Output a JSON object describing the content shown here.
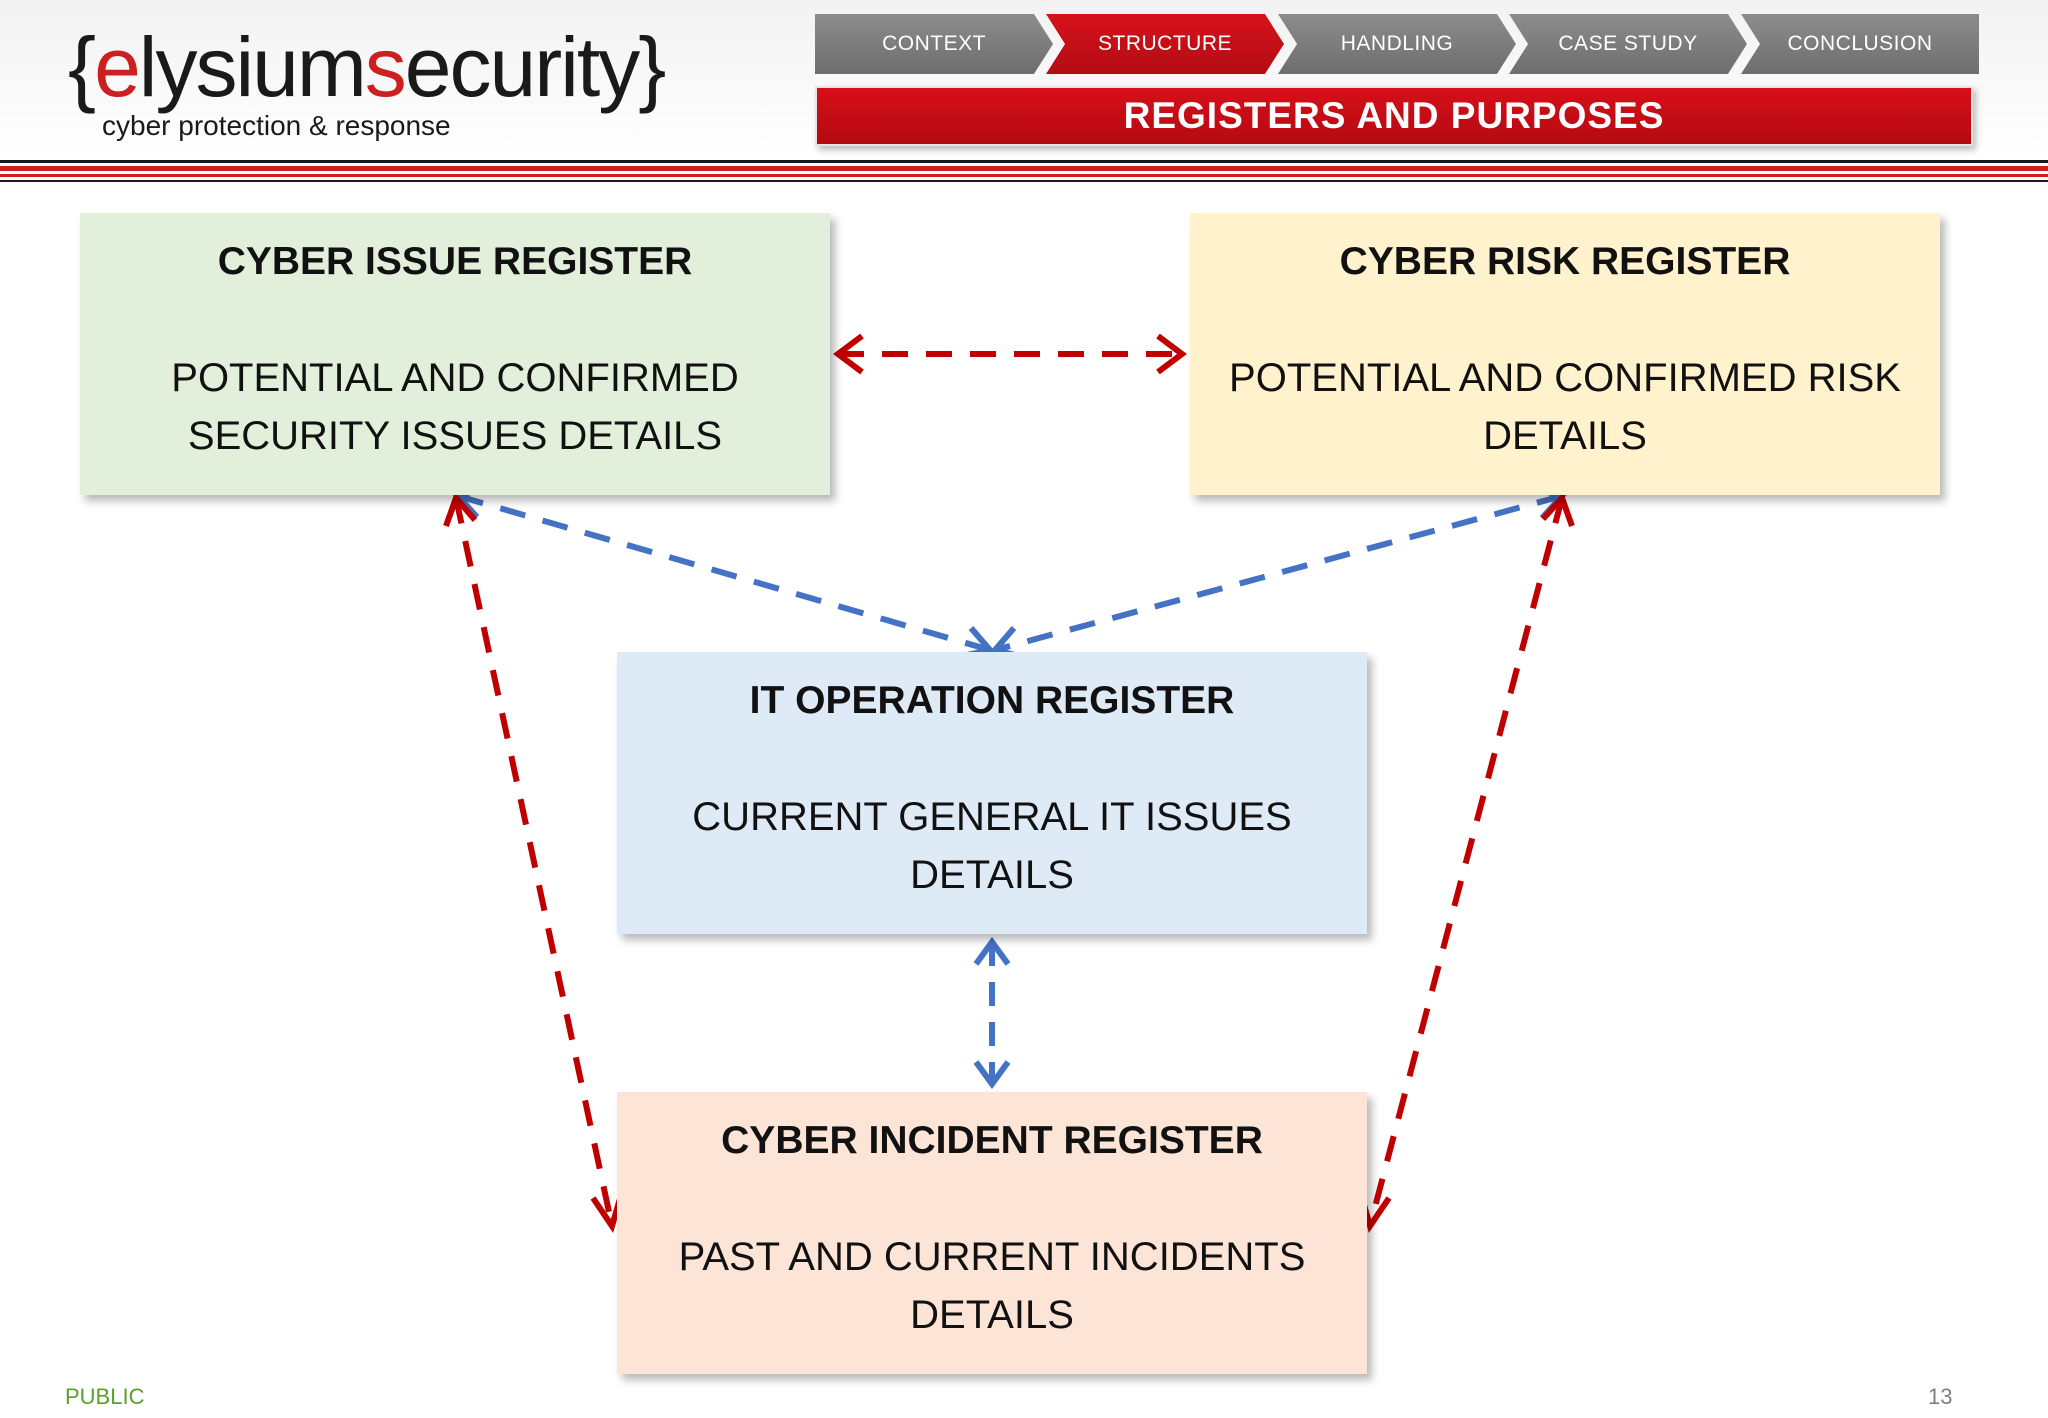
{
  "brand": {
    "name_open": "{",
    "name_e": "e",
    "name_lysium": "lysium",
    "name_s": "s",
    "name_ecurity": "ecurity",
    "name_close": "}",
    "tagline": "cyber protection & response"
  },
  "nav": {
    "steps": [
      "CONTEXT",
      "STRUCTURE",
      "HANDLING",
      "CASE STUDY",
      "CONCLUSION"
    ],
    "active_step": "STRUCTURE"
  },
  "section_title": "REGISTERS AND PURPOSES",
  "diagram": {
    "boxes": {
      "issue": {
        "title": "CYBER ISSUE REGISTER",
        "description": "POTENTIAL AND CONFIRMED SECURITY ISSUES DETAILS"
      },
      "risk": {
        "title": "CYBER RISK REGISTER",
        "description": "POTENTIAL AND CONFIRMED RISK DETAILS"
      },
      "itop": {
        "title": "IT OPERATION REGISTER",
        "description": "CURRENT GENERAL IT ISSUES DETAILS"
      },
      "incident": {
        "title": "CYBER INCIDENT REGISTER",
        "description": "PAST AND CURRENT INCIDENTS DETAILS"
      }
    },
    "links": [
      {
        "from": "issue",
        "to": "risk",
        "style": "dashed-bidirectional",
        "color": "#c00000"
      },
      {
        "from": "issue",
        "to": "itop",
        "style": "dashed-bidirectional",
        "color": "#4472c4"
      },
      {
        "from": "risk",
        "to": "itop",
        "style": "dashed-bidirectional",
        "color": "#4472c4"
      },
      {
        "from": "itop",
        "to": "incident",
        "style": "dashed-bidirectional",
        "color": "#4472c4"
      },
      {
        "from": "issue",
        "to": "incident",
        "style": "dashed-bidirectional",
        "color": "#c00000"
      },
      {
        "from": "risk",
        "to": "incident",
        "style": "dashed-bidirectional",
        "color": "#c00000"
      }
    ]
  },
  "colors": {
    "brand_red": "#cc1f1f",
    "issue_fill": "#e2efda",
    "risk_fill": "#fff2cc",
    "itop_fill": "#deebf7",
    "incident_fill": "#fce4d6",
    "arrow_red": "#c00000",
    "arrow_blue": "#4472c4"
  },
  "footer": {
    "classification": "PUBLIC",
    "page_number": "13"
  }
}
